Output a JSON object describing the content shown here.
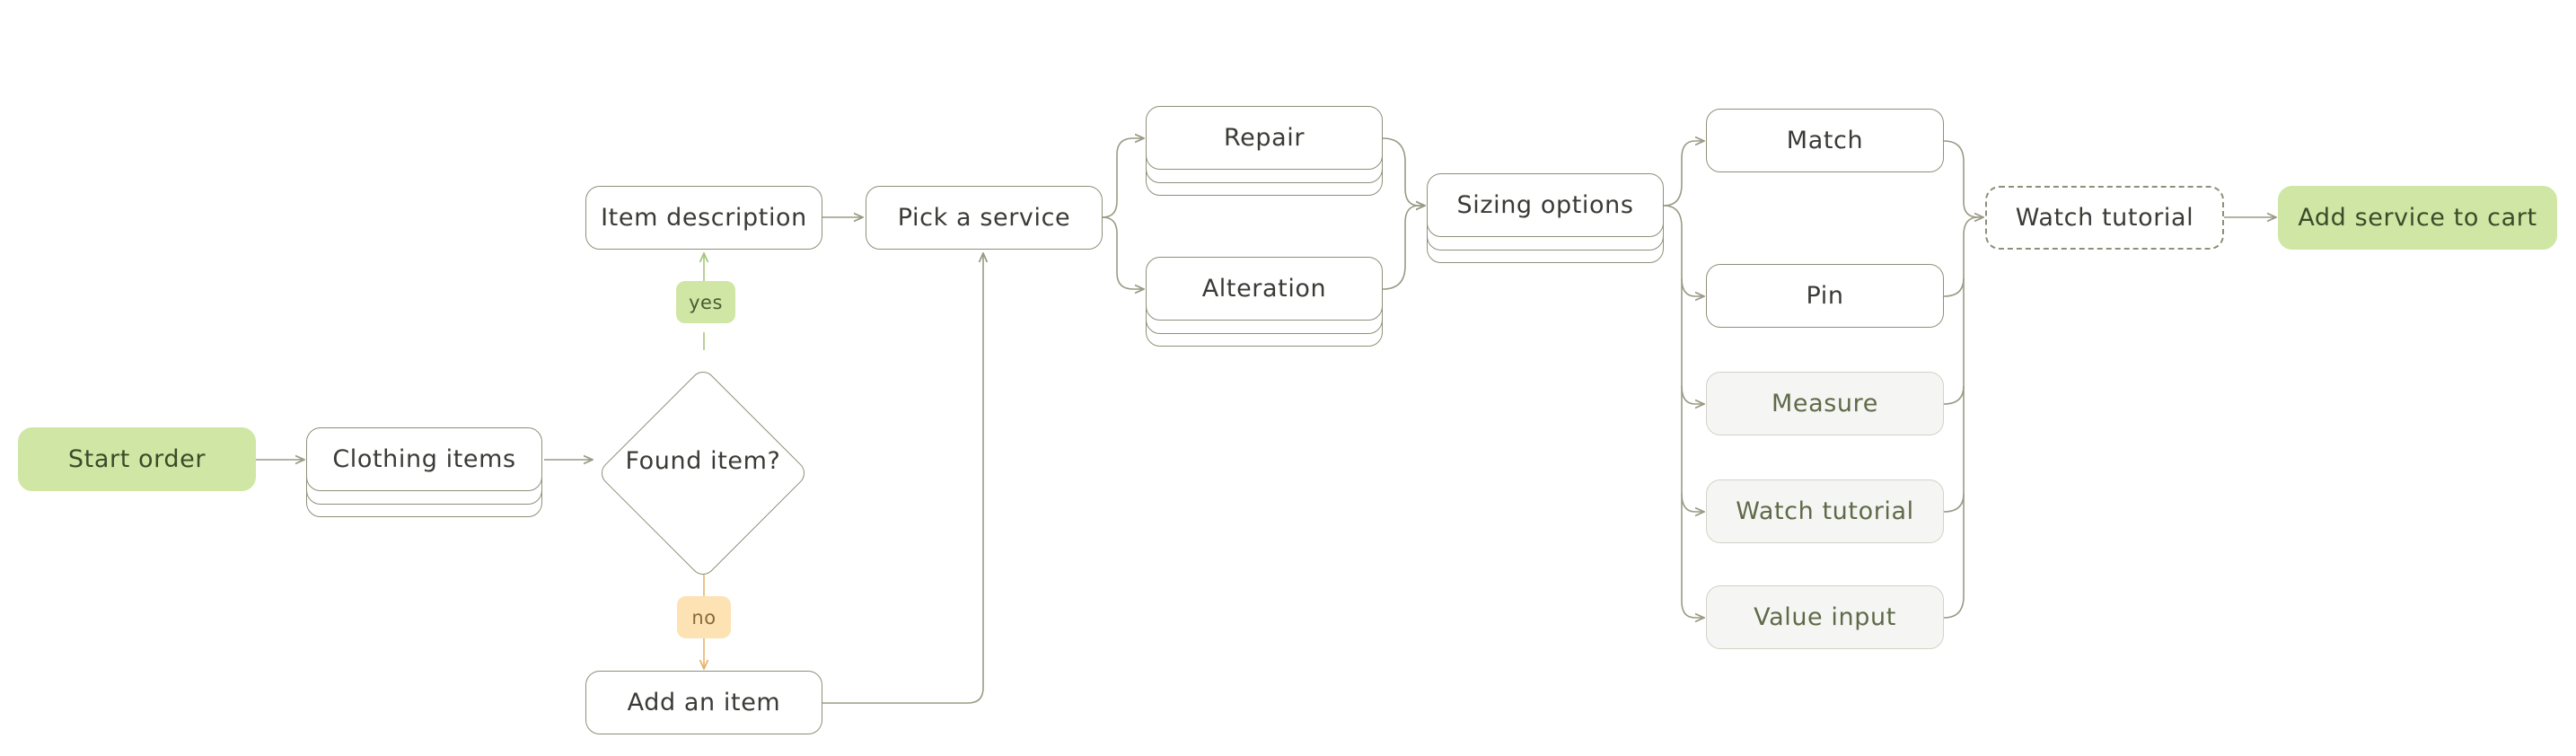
{
  "diagram": {
    "nodes": {
      "start_order": "Start order",
      "clothing_items": "Clothing items",
      "found_item": "Found item?",
      "item_description": "Item description",
      "add_an_item": "Add an item",
      "pick_a_service": "Pick a service",
      "repair": "Repair",
      "alteration": "Alteration",
      "sizing_options": "Sizing options",
      "match": "Match",
      "pin": "Pin",
      "measure": "Measure",
      "watch_tutorial_option": "Watch tutorial",
      "value_input": "Value input",
      "watch_tutorial_step": "Watch tutorial",
      "add_service_to_cart": "Add service to cart"
    },
    "edge_labels": {
      "yes": "yes",
      "no": "no"
    },
    "colors": {
      "terminal_fill": "#cfe6a4",
      "node_border": "#8e8f78",
      "connector": "#9a9a86",
      "yes_fill": "#cfe6a4",
      "no_fill": "#fde2b4",
      "muted_fill": "#f5f5f3"
    }
  }
}
